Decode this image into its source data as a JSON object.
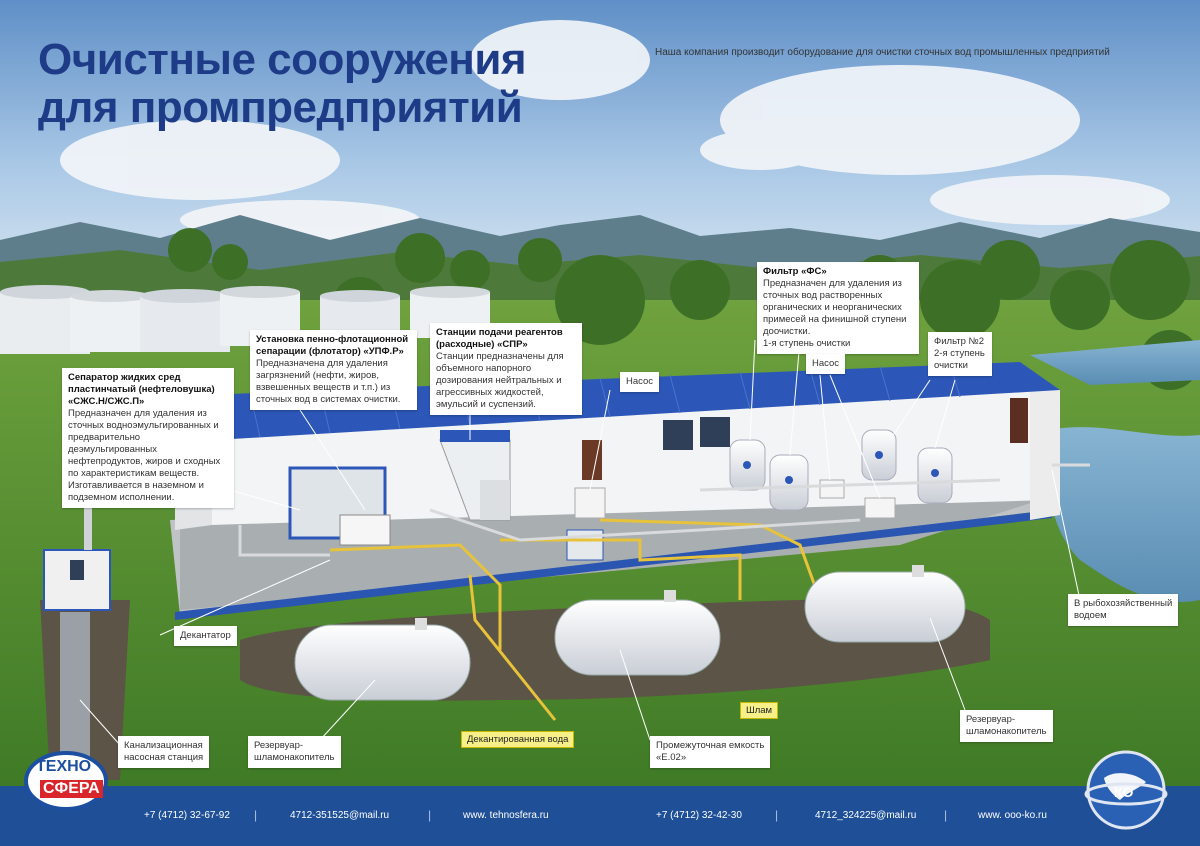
{
  "header": {
    "title_line1": "Очистные сооружения",
    "title_line2": "для промпредприятий",
    "subtitle": "Наша компания производит оборудование для очистки сточных вод промышленных предприятий"
  },
  "callouts": {
    "separator": {
      "title": "Сепаратор жидких сред пластинчатый (нефтеловушка) «СЖС.Н/СЖС.П»",
      "body": "Предназначен для удаления из сточных водноэмульгированных и предварительно деэмульгированных нефтепродуктов, жиров и сходных по характеристикам веществ. Изготавливается в наземном и подземном исполнении."
    },
    "flotator": {
      "title": "Установка пенно-флотационной сепарации (флотатор) «УПФ.Р»",
      "body": "Предназначена для удаления загрязнений (нефти, жиров, взвешенных веществ и т.п.) из сточных вод в системах очистки."
    },
    "reagents": {
      "title": "Станции подачи реагентов (расходные) «СПР»",
      "body": "Станции предназначены для объемного напорного дозирования нейтральных и агрессивных жидкостей, эмульсий и суспензий."
    },
    "filter_fs": {
      "title": "Фильтр «ФС»",
      "body": "Предназначен для удаления из сточных вод растворенных органических и неорганических примесей на финишной ступени доочистки.",
      "stage": "1-я ступень очистки"
    }
  },
  "labels": {
    "pump1": "Насос",
    "pump2": "Насос",
    "filter2_line1": "Фильтр №2",
    "filter2_line2": "2-я ступень очистки",
    "decanter": "Декантатор",
    "fishery_line1": "В рыбохозяйственный",
    "fishery_line2": "водоем",
    "sewage_line1": "Канализационная",
    "sewage_line2": "насосная станция",
    "reservoir1_line1": "Резервуар-",
    "reservoir1_line2": "шламонакопитель",
    "intermediate_line1": "Промежуточная емкость",
    "intermediate_line2": "«Е.02»",
    "reservoir2_line1": "Резервуар-",
    "reservoir2_line2": "шламонакопитель",
    "decanted_water": "Декантированная вода",
    "sludge": "Шлам"
  },
  "footer": {
    "phone1": "+7 (4712) 32-67-92",
    "email1": "4712-351525@mail.ru",
    "site1": "www. tehnosfera.ru",
    "phone2": "+7 (4712) 32-42-30",
    "email2": "4712_324225@mail.ru",
    "site2": "www. ooo-ko.ru",
    "separator": "|"
  },
  "logos": {
    "left_line1": "ТЕХНО",
    "left_line2": "СФЕРА",
    "right": "КО"
  },
  "colors": {
    "title_blue": "#1d3b86",
    "footer_blue": "#1e4f97",
    "roof_blue": "#2c57b8",
    "pipe_yellow": "#e7c23b",
    "grass": "#4e8a2e",
    "water": "#6fa5c9"
  }
}
